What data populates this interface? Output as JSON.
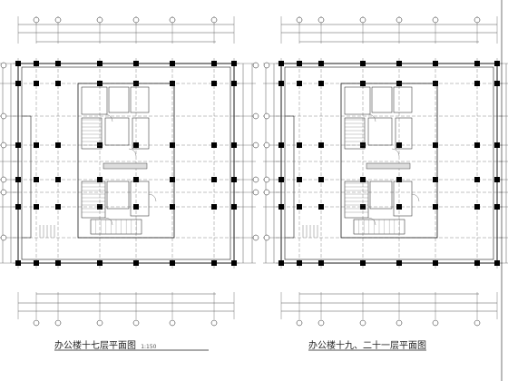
{
  "sheet": {
    "left_title": "办公楼十七层平面图",
    "left_scale": "1:150",
    "right_title": "办公楼十九、二十一层平面图",
    "right_scale": ""
  },
  "colors": {
    "line": "#1a1a1a",
    "thin": "#555555",
    "column": "#000000",
    "hatch": "#777777"
  }
}
